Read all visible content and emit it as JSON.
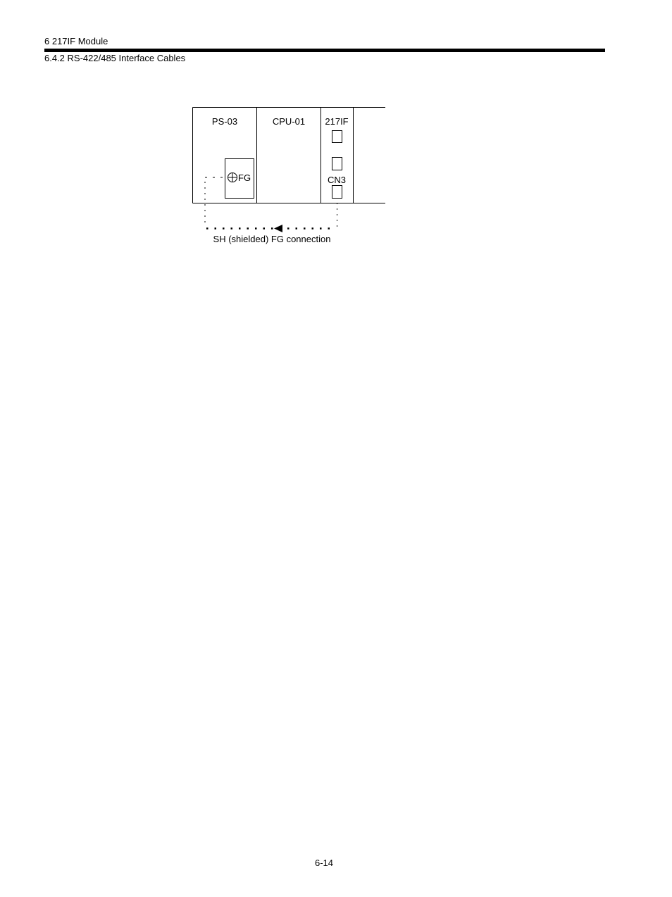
{
  "header": {
    "chapter": "6  217IF Module",
    "section": "6.4.2  RS-422/485 Interface Cables"
  },
  "diagram": {
    "modules": {
      "ps": "PS-03",
      "cpu": "CPU-01",
      "if": "217IF"
    },
    "fg_terminal": "FG",
    "connector": "CN3",
    "caption": "SH (shielded) FG connection"
  },
  "footer": {
    "page_number": "6-14"
  }
}
